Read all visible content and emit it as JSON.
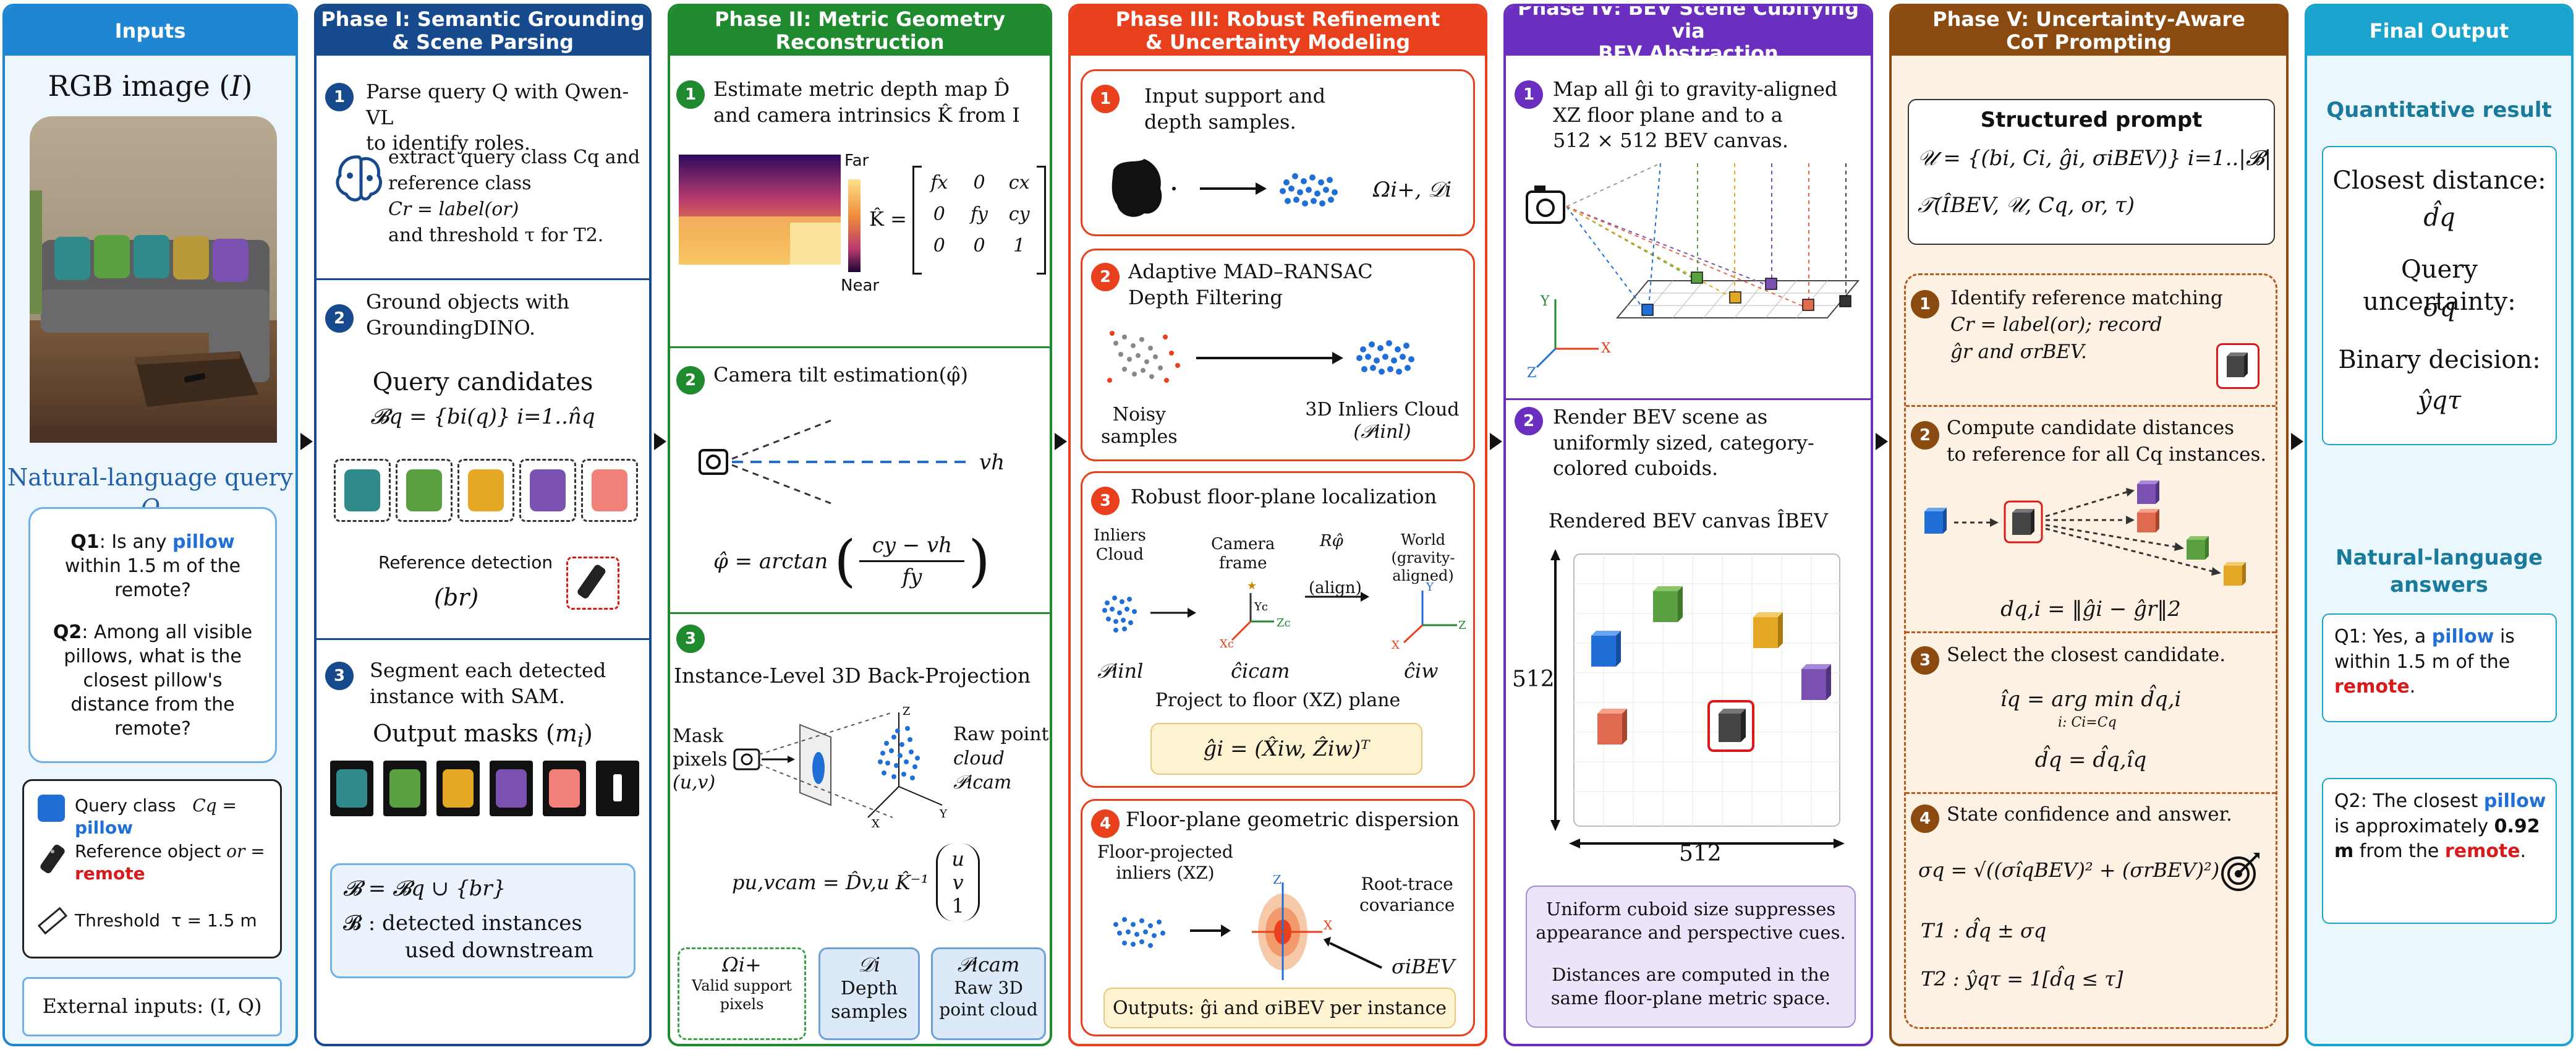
{
  "columns": {
    "inputs": {
      "header": "Inputs",
      "rgb_label": "RGB image (I)",
      "nl_query_label": "Natural-language query Q",
      "q1_label": "Q1",
      "q1_text": ": Is any pillow within 1.5 m of the remote?",
      "q1_pre": ": Is any ",
      "q1_obj": "pillow",
      "q1_post": " within 1.5 m of the remote?",
      "q2_label": "Q2",
      "q2_pre": ": Among all visible pillows, what is the closest pillow's distance from the remote?",
      "legend": {
        "query_class": "Query class",
        "query_formula": "Cq = ",
        "query_value": "pillow",
        "reference_object": "Reference object",
        "reference_formula": "or =",
        "reference_value": "remote",
        "threshold": "Threshold",
        "threshold_value": "τ = 1.5 m"
      },
      "external_inputs": "External inputs: (I, Q)"
    },
    "phase1": {
      "header_line1": "Phase I: Semantic Grounding",
      "header_line2": "& Scene Parsing",
      "step1_line1": "Parse query Q with Qwen-VL",
      "step1_line2": "to identify roles.",
      "step1_extract_1": "extract query class Cq and",
      "step1_extract_2": "reference class",
      "step1_extract_3": "Cr = label(or)",
      "step1_extract_4": "and threshold τ for T2.",
      "step2_line1": "Ground objects with",
      "step2_line2": "GroundingDINO.",
      "query_candidates": "Query candidates",
      "bq_formula": "𝓑q = {bi(q)} i=1..n̂q",
      "reference_detection": "Reference detection",
      "br": "(br)",
      "step3_line1": "Segment each detected",
      "step3_line2": "instance with SAM.",
      "output_masks": "Output masks (mi)",
      "b_union": "𝓑 = 𝓑q ∪ {br}",
      "b_desc_1": "𝓑 :  detected instances",
      "b_desc_2": "used downstream"
    },
    "phase2": {
      "header_line1": "Phase II: Metric Geometry",
      "header_line2": "Reconstruction",
      "step1_line1": "Estimate metric depth map D̂",
      "step1_line2": "and camera intrinsics K̂ from I",
      "far": "Far",
      "near": "Near",
      "k_label": "K̂ =",
      "k_matrix": [
        "fx",
        "0",
        "cx",
        "0",
        "fy",
        "cy",
        "0",
        "0",
        "1"
      ],
      "step2": "Camera tilt estimation(φ̂)",
      "vh": "vh",
      "phi_formula": "φ̂ = arctan",
      "phi_num": "cy − vh",
      "phi_den": "fy",
      "step3": "Instance-Level 3D Back-Projection",
      "mask_pixels_1": "Mask",
      "mask_pixels_2": "pixels",
      "mask_pixels_3": "(u,v)",
      "raw_cloud_1": "Raw point",
      "raw_cloud_2": "cloud 𝒫icam",
      "proj_formula": "pu,vcam = D̂v,u K̂⁻¹",
      "vec": [
        "u",
        "v",
        "1"
      ],
      "out1_sym": "Ωi+",
      "out1_label_1": "Valid support",
      "out1_label_2": "pixels",
      "out2_sym": "𝒟i",
      "out2_label_1": "Depth",
      "out2_label_2": "samples",
      "out3_sym": "𝒫icam",
      "out3_label_1": "Raw 3D",
      "out3_label_2": "point cloud"
    },
    "phase3": {
      "header_line1": "Phase III: Robust Refinement",
      "header_line2": "& Uncertainty Modeling",
      "step1_line1": "Input support and",
      "step1_line2": "depth samples.",
      "step1_sym": "Ωi+, 𝒟i",
      "step2_line1": "Adaptive MAD–RANSAC",
      "step2_line2": "Depth Filtering",
      "noisy_1": "Noisy",
      "noisy_2": "samples",
      "inliers_1": "3D Inliers Cloud",
      "inliers_2": "(𝒫iinl)",
      "step3": "Robust floor-plane localization",
      "inliers_cloud_1": "Inliers",
      "inliers_cloud_2": "Cloud",
      "camera_frame_1": "Camera",
      "camera_frame_2": "frame",
      "r_phi": "Rφ̂",
      "align": "(align)",
      "world_1": "World",
      "world_2": "(gravity-aligned)",
      "p_inl": "𝒫iinl",
      "c_cam": "ĉicam",
      "c_w": "ĉiw",
      "project_floor": "Project to floor (XZ) plane",
      "g_formula": "ĝi = (X̂iw, Ẑiw)ᵀ",
      "step4": "Floor-plane geometric dispersion",
      "floor_proj_1": "Floor-projected",
      "floor_proj_2": "inliers (XZ)",
      "root_trace_1": "Root-trace",
      "root_trace_2": "covariance",
      "sigma_bev": "σiBEV",
      "outputs": "Outputs: ĝi and σiBEV per instance"
    },
    "phase4": {
      "header_line1": "Phase IV: BEV Scene Cubifying via",
      "header_line2": "BEV Abstraction",
      "step1_line1": "Map all ĝi to gravity-aligned",
      "step1_line2": "XZ floor plane and to a",
      "step1_line3": "512 × 512 BEV canvas.",
      "step2_line1": "Render BEV scene as",
      "step2_line2": "uniformly sized, category-",
      "step2_line3": "colored cuboids.",
      "canvas_label": "Rendered BEV canvas ÎBEV",
      "dim_v": "512",
      "dim_h": "512",
      "note1_line1": "Uniform cuboid size suppresses",
      "note1_line2": "appearance and perspective cues.",
      "note2_line1": "Distances are computed in the",
      "note2_line2": "same floor-plane metric space."
    },
    "phase5": {
      "header_line1": "Phase V: Uncertainty-Aware",
      "header_line2": "CoT Prompting",
      "structured_prompt": "Structured prompt",
      "u_formula": "𝒰 = {(bi, Ci, ĝi, σiBEV)} i=1..|𝓑|",
      "t_formula": "𝒯(ÎBEV, 𝒰, Cq, or, τ)",
      "step1_line1": "Identify reference matching",
      "step1_line2": "Cr = label(or); record",
      "step1_line3": "ĝr and σrBEV.",
      "step2_line1": "Compute candidate distances",
      "step2_line2": "to reference for all Cq instances.",
      "d_formula": "dq,i = ‖ĝi − ĝr‖2",
      "step3": "Select the closest candidate.",
      "i_formula": "îq = arg min  d̂q,i",
      "i_sub": "i: Ci=Cq",
      "dq_formula": "d̂q = d̂q,îq",
      "step4": "State confidence and answer.",
      "sigma_formula": "σq = √((σîqBEV)² + (σrBEV)²)",
      "t1": "T1 :   d̂q ± σq",
      "t2": "T2 :   ŷqτ = 1[d̂q ≤ τ]"
    },
    "final": {
      "header": "Final Output",
      "quant_title": "Quantitative result",
      "closest_distance": "Closest distance:",
      "dq": "d̂q",
      "query_uncertainty": "Query uncertainty:",
      "sigma_q": "σq",
      "binary_decision": "Binary decision:",
      "yq": "ŷqτ",
      "nl_title_1": "Natural-language",
      "nl_title_2": "answers",
      "a1_pre": "Q1: Yes, a ",
      "a1_obj": "pillow",
      "a1_mid": " is within 1.5 m of the ",
      "a1_ref": "remote",
      "a1_end": ".",
      "a2_pre": "Q2: The closest ",
      "a2_obj": "pillow",
      "a2_mid": " is approximately ",
      "a2_val": "0.92 m",
      "a2_mid2": " from the ",
      "a2_ref": "remote",
      "a2_end": "."
    }
  },
  "colors": {
    "inputs": "#1f86d3",
    "phase1": "#174a8c",
    "phase2": "#1f8a2e",
    "phase3": "#e8401c",
    "phase4": "#6b2fbf",
    "phase5": "#8a4a10",
    "final": "#1aa3cc",
    "query_blue": "#1f6fd6",
    "ref_red": "#d81a1a"
  }
}
